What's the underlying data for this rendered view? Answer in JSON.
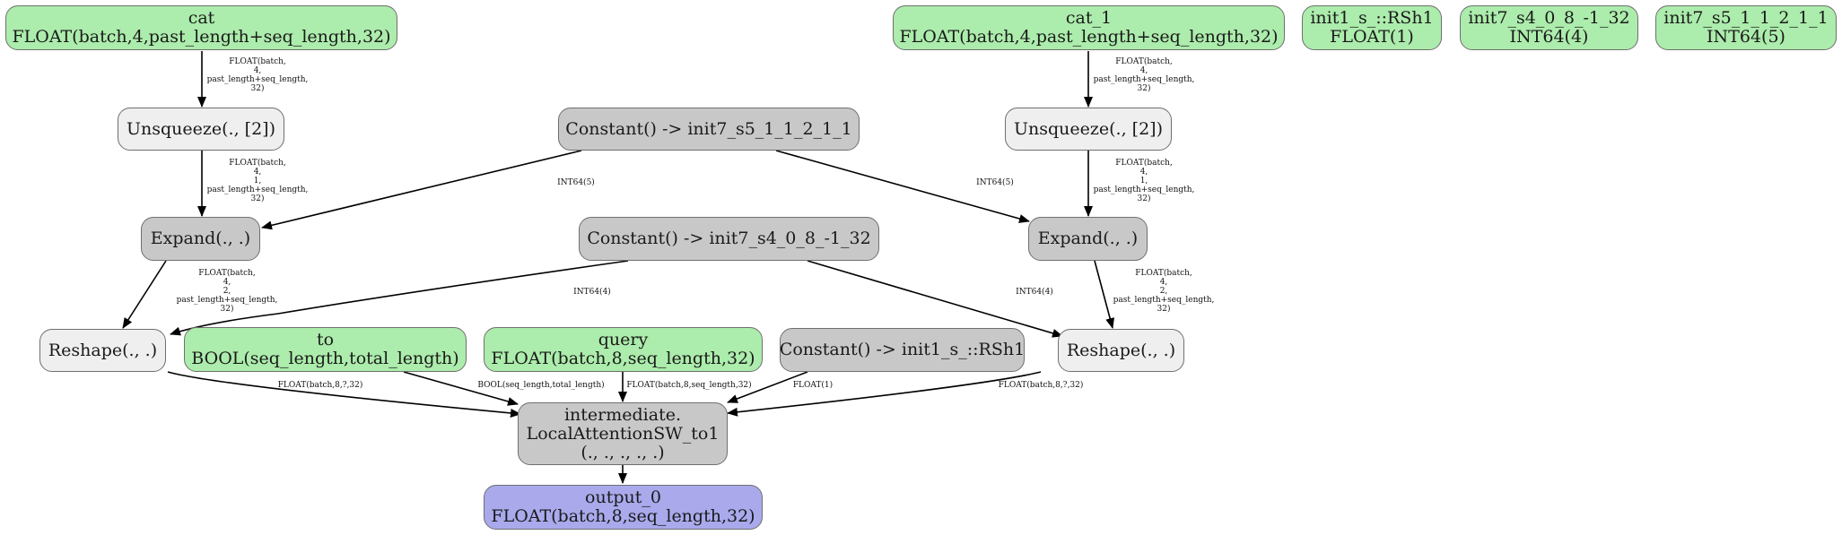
{
  "nodes": {
    "cat": {
      "title": "cat",
      "subtitle": "FLOAT(batch,4,past_length+seq_length,32)"
    },
    "cat_1": {
      "title": "cat_1",
      "subtitle": "FLOAT(batch,4,past_length+seq_length,32)"
    },
    "init1": {
      "title": "init1_s_::RSh1",
      "subtitle": "FLOAT(1)"
    },
    "init7_s4": {
      "title": "init7_s4_0_8_-1_32",
      "subtitle": "INT64(4)"
    },
    "init7_s5": {
      "title": "init7_s5_1_1_2_1_1",
      "subtitle": "INT64(5)"
    },
    "unsq_left": {
      "title": "Unsqueeze(., [2])"
    },
    "unsq_right": {
      "title": "Unsqueeze(., [2])"
    },
    "const_s5": {
      "title": "Constant() -> init7_s5_1_1_2_1_1"
    },
    "exp_left": {
      "title": "Expand(., .)"
    },
    "exp_right": {
      "title": "Expand(., .)"
    },
    "const_s4": {
      "title": "Constant() -> init7_s4_0_8_-1_32"
    },
    "resh_left": {
      "title": "Reshape(., .)"
    },
    "to": {
      "title": "to",
      "subtitle": "BOOL(seq_length,total_length)"
    },
    "query": {
      "title": "query",
      "subtitle": "FLOAT(batch,8,seq_length,32)"
    },
    "const_rsh1": {
      "title": "Constant() -> init1_s_::RSh1"
    },
    "resh_right": {
      "title": "Reshape(., .)"
    },
    "local_attn": {
      "title": "intermediate.",
      "subtitle": "LocalAttentionSW_to1",
      "extra": "(., ., ., ., .)"
    },
    "output_0": {
      "title": "output_0",
      "subtitle": "FLOAT(batch,8,seq_length,32)"
    }
  },
  "edge_labels": {
    "cat_unsq": "FLOAT(batch,\n4,\npast_length+seq_length,\n32)",
    "cat1_unsq": "FLOAT(batch,\n4,\npast_length+seq_length,\n32)",
    "unsq_exp_left": "FLOAT(batch,\n4,\n1,\npast_length+seq_length,\n32)",
    "unsq_exp_right": "FLOAT(batch,\n4,\n1,\npast_length+seq_length,\n32)",
    "s5_left": "INT64(5)",
    "s5_right": "INT64(5)",
    "exp_resh_left": "FLOAT(batch,\n4,\n2,\npast_length+seq_length,\n32)",
    "exp_resh_right": "FLOAT(batch,\n4,\n2,\npast_length+seq_length,\n32)",
    "s4_left": "INT64(4)",
    "s4_right": "INT64(4)",
    "resh_left_attn": "FLOAT(batch,8,?,32)",
    "to_attn": "BOOL(seq_length,total_length)",
    "query_attn": "FLOAT(batch,8,seq_length,32)",
    "rsh1_attn": "FLOAT(1)",
    "resh_right_attn": "FLOAT(batch,8,?,32)"
  }
}
